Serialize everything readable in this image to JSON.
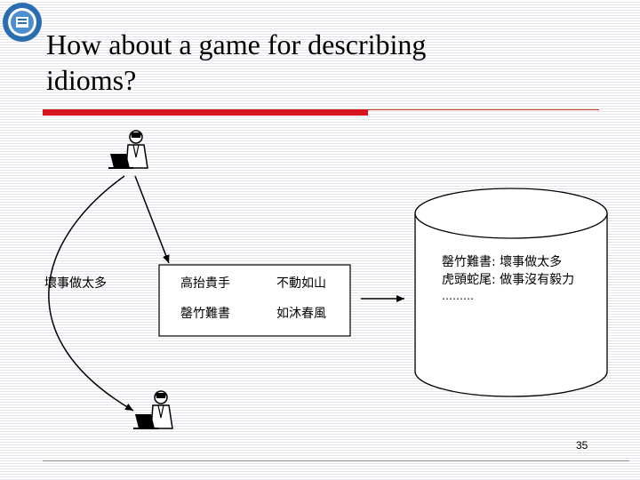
{
  "slide": {
    "title_line1": "How about a game for describing",
    "title_line2": "idioms?",
    "page_number": "35",
    "accent_color": "#d8141c"
  },
  "diagram": {
    "left_idiom": "壞事做太多",
    "box_idioms": [
      "高抬貴手",
      "不動如山",
      "罄竹難書",
      "如沐春風"
    ],
    "database_entries": [
      "罄竹難書: 壞事做太多",
      "虎頭蛇尾: 做事沒有毅力",
      "………"
    ]
  },
  "icons": {
    "logo": "university-seal-icon",
    "top_person": "person-at-laptop-icon",
    "bottom_person": "person-at-laptop-icon"
  }
}
